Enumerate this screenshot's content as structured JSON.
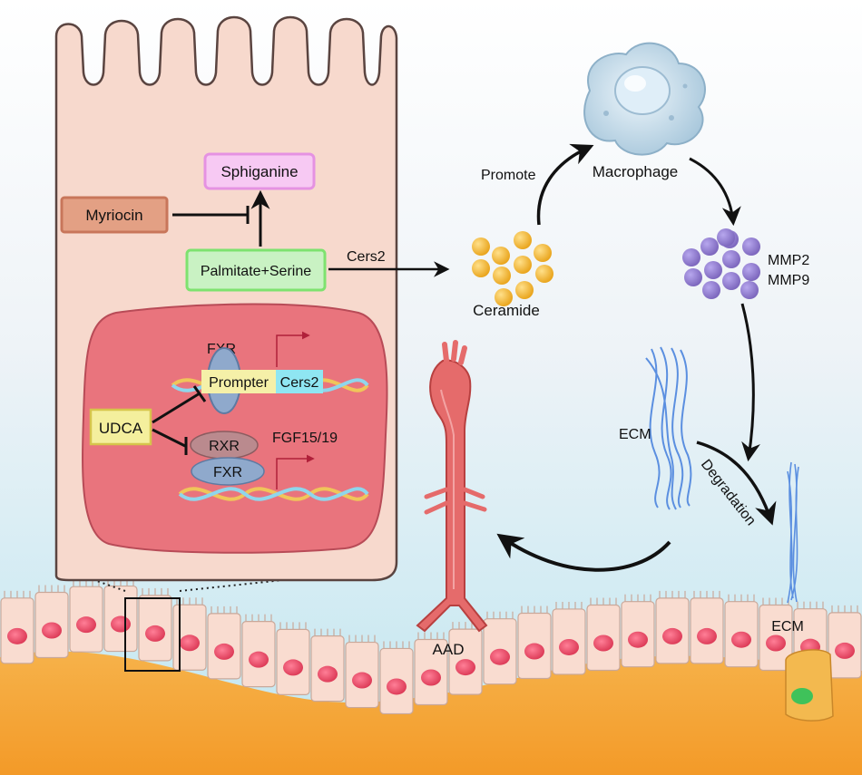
{
  "labels": {
    "sphiganine": "Sphiganine",
    "myriocin": "Myriocin",
    "palmitate_serine": "Palmitate+Serine",
    "cers2_arrow": "Cers2",
    "fxr_top": "FXR",
    "prompter": "Prompter",
    "cers2_gene": "Cers2",
    "udca": "UDCA",
    "rxr": "RXR",
    "fxr_bottom": "FXR",
    "fgf": "FGF15/19",
    "promote": "Promote",
    "macrophage": "Macrophage",
    "ceramide": "Ceramide",
    "mmp2": "MMP2",
    "mmp9": "MMP9",
    "ecm_left": "ECM",
    "degradation": "Degradation",
    "ecm_right": "ECM",
    "aad": "AAD"
  },
  "colors": {
    "cell_fill": "#f7d9cd",
    "nucleus_fill": "#e9747d",
    "sphiganine_fill": "#f7c9f3",
    "sphiganine_border": "#e592e2",
    "myriocin_fill": "#e3a084",
    "myriocin_border": "#c8765a",
    "palmitate_fill": "#c9f2c3",
    "palmitate_border": "#7ee26f",
    "prompter_fill": "#f5f0a8",
    "cers2_fill": "#8fe6f2",
    "udca_fill": "#f4ef9d",
    "udca_border": "#d6c54b",
    "rxr_fill": "#ba8a8e",
    "fxr_fill": "#8fa9cc",
    "ceramide": "#f0b12a",
    "mmp": "#8d77c9",
    "ecm": "#5b8fe0",
    "aorta": "#e56b6b",
    "tissue": "#f4a437"
  }
}
